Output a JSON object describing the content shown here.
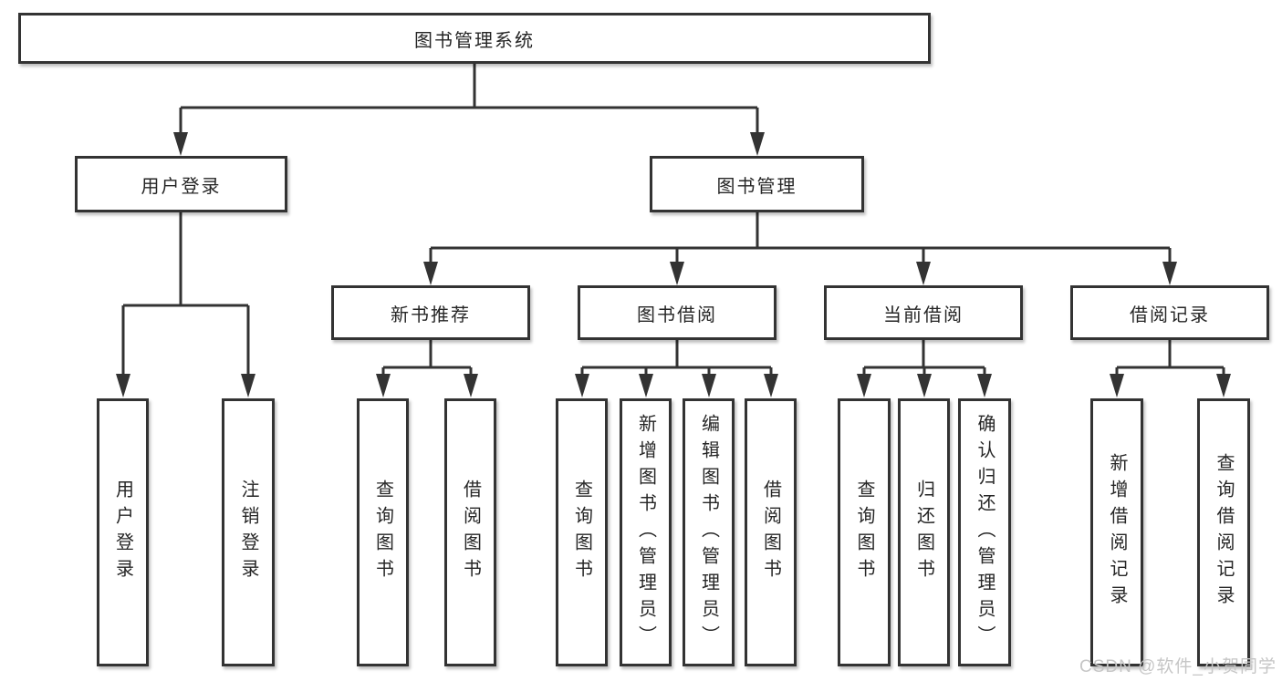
{
  "diagram": {
    "type": "functional-structure-tree",
    "colors": {
      "line": "#333333",
      "box_border": "#333333",
      "box_fill": "#ffffff",
      "text": "#262626",
      "watermark": "#c6c6c6"
    },
    "tree": {
      "label": "图书管理系统",
      "children": [
        {
          "label": "用户登录",
          "children": [
            {
              "label": "用户登录"
            },
            {
              "label": "注销登录"
            }
          ]
        },
        {
          "label": "图书管理",
          "children": [
            {
              "label": "新书推荐",
              "children": [
                {
                  "label": "查询图书"
                },
                {
                  "label": "借阅图书"
                }
              ]
            },
            {
              "label": "图书借阅",
              "children": [
                {
                  "label": "查询图书"
                },
                {
                  "label": "新增图书（管理员）"
                },
                {
                  "label": "编辑图书（管理员）"
                },
                {
                  "label": "借阅图书"
                }
              ]
            },
            {
              "label": "当前借阅",
              "children": [
                {
                  "label": "查询图书"
                },
                {
                  "label": "归还图书"
                },
                {
                  "label": "确认归还（管理员）"
                }
              ]
            },
            {
              "label": "借阅记录",
              "children": [
                {
                  "label": "新增借阅记录"
                },
                {
                  "label": "查询借阅记录"
                }
              ]
            }
          ]
        }
      ]
    },
    "watermark": {
      "text": "CSDN @软件_小贺同学"
    }
  }
}
